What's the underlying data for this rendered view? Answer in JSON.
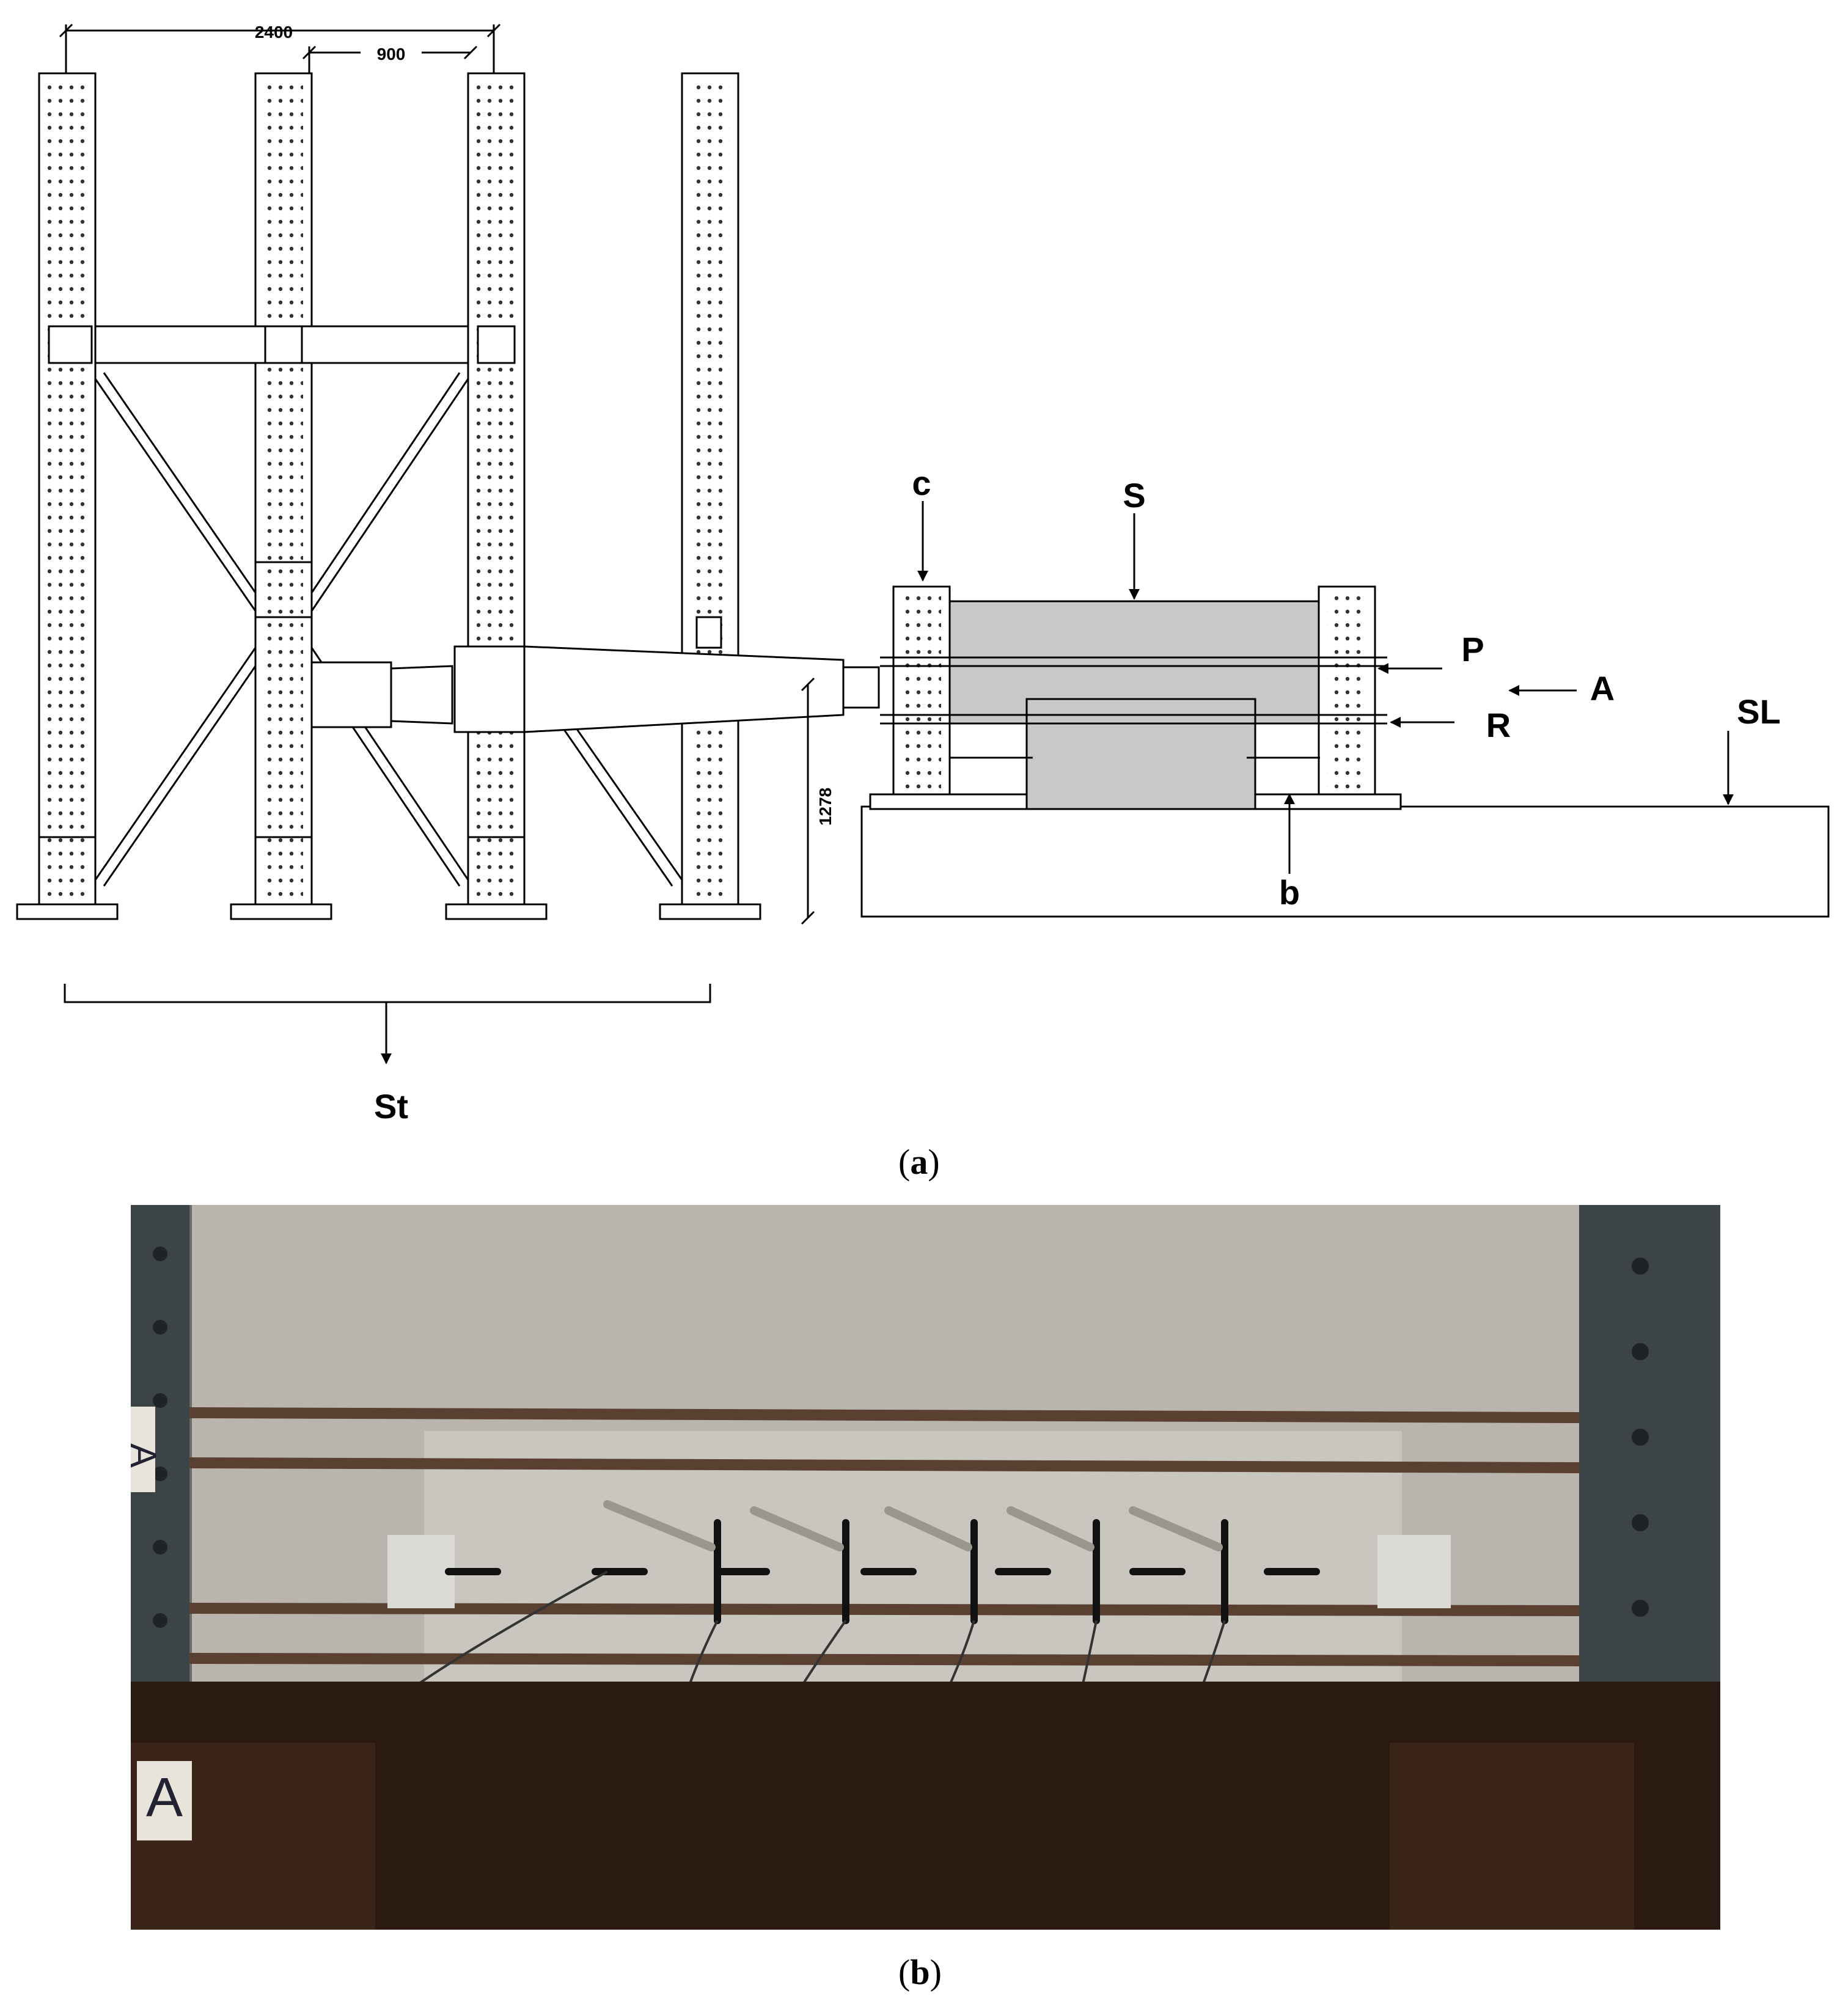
{
  "dimensions": {
    "width_total": "2400",
    "spacing": "900",
    "height": "1278"
  },
  "labels": {
    "c": "c",
    "S": "S",
    "P": "P",
    "A": "A",
    "R": "R",
    "SL": "SL",
    "b": "b",
    "St": "St"
  },
  "captions": {
    "a_letter": "a",
    "b_letter": "b"
  },
  "photo": {
    "marker_a1": "A",
    "marker_a2": "A"
  },
  "colors": {
    "specimen_fill": "#c8c8c8",
    "concrete": "#b9b5ae",
    "steel_column": "#3d4448",
    "bar": "#5a4030",
    "base_box": "#2a1a12"
  }
}
